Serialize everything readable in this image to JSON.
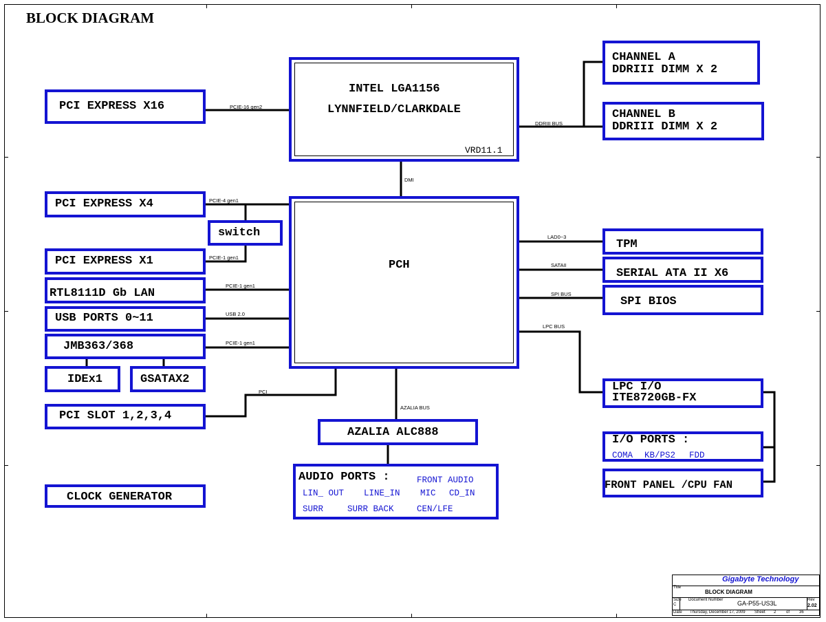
{
  "title": "BLOCK DIAGRAM",
  "cpu": {
    "line1": "INTEL LGA1156",
    "line2": "LYNNFIELD/CLARKDALE",
    "vrd": "VRD11.1"
  },
  "pch": {
    "label": "PCH"
  },
  "left_boxes": {
    "pcie16": "PCI EXPRESS X16",
    "pcie4": "PCI EXPRESS X4",
    "switch": "switch",
    "pcie1": "PCI EXPRESS X1",
    "lan": "RTL8111D Gb LAN",
    "usb": "USB PORTS 0~11",
    "jmb": "JMB363/368",
    "ide": "IDEx1",
    "gsata": "GSATAX2",
    "pcislot": "PCI SLOT 1,2,3,4",
    "clock": "CLOCK GENERATOR"
  },
  "right_boxes": {
    "chA1": "CHANNEL A",
    "chA2": "DDRIII  DIMM X 2",
    "chB1": "CHANNEL B",
    "chB2": "DDRIII DIMM X 2",
    "tpm": "TPM",
    "sata": "SERIAL ATA II X6",
    "spi": "SPI BIOS",
    "lpc1": "LPC I/O",
    "lpc2": "ITE8720GB-FX",
    "io1": "I/O PORTS :",
    "io_coma": "COMA",
    "io_kb": "KB/PS2",
    "io_fdd": "FDD",
    "front": "FRONT PANEL /CPU FAN"
  },
  "audio": {
    "codec": "AZALIA ALC888",
    "title": "AUDIO PORTS :",
    "front": "FRONT AUDIO",
    "lin_out": "LIN_ OUT",
    "line_in": "LINE_IN",
    "mic": "MIC",
    "cd_in": "CD_IN",
    "surr": "SURR",
    "surr_back": "SURR BACK",
    "cen_lfe": "CEN/LFE"
  },
  "bus_labels": {
    "pcie16": "PCIE-16 gen2",
    "ddr": "DDRIII BUS",
    "dmi": "DMI",
    "pcie4": "PCIE-4 gen1",
    "pcie1a": "PCIE-1 gen1",
    "pcie1b": "PCIE-1 gen1",
    "usb": "USB 2.0",
    "pcie1c": "PCIE-1 gen1",
    "pci": "PCI",
    "azalia": "AZALIA BUS",
    "lad": "LAD0~3",
    "sataii": "SATAII",
    "spi": "SPI BUS",
    "lpc": "LPC BUS"
  },
  "title_block": {
    "company": "Gigabyte Technology",
    "title_label": "Title",
    "title": "BLOCK DIAGRAM",
    "size_label": "Size",
    "size": "C",
    "docnum_label": "Document Number",
    "docnum": "GA-P55-US3L",
    "rev_label": "Rev",
    "rev": "2.02",
    "date_label": "Date",
    "date": "Thursday, December 17, 2009",
    "sheet_label": "Sheet",
    "sheet": "2",
    "of_label": "of",
    "of": "36"
  },
  "colors": {
    "box_border": "#1414d2",
    "wire": "#000000"
  }
}
